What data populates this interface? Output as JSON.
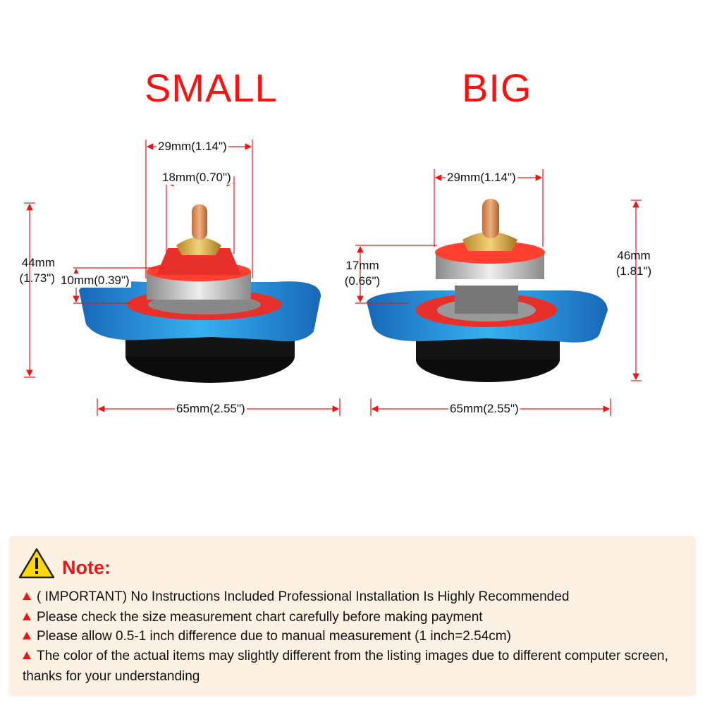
{
  "headings": {
    "small": "SMALL",
    "big": "BIG"
  },
  "small": {
    "top_width": "29mm(1.14\")",
    "inner_width": "18mm(0.70\")",
    "height_mm": "44mm",
    "height_in": "(1.73\")",
    "step": "10mm(0.39\")",
    "base_width": "65mm(2.55\")"
  },
  "big": {
    "top_width": "29mm(1.14\")",
    "height_mm": "46mm",
    "height_in": "(1.81\")",
    "step_mm": "17mm",
    "step_in": "(0.66\")",
    "base_width": "65mm(2.55\")"
  },
  "colors": {
    "heading": "#ff1010",
    "note": "#e81818",
    "note_bg": "#fdf1e3",
    "cap_blue": "#1e8fd8",
    "seal_red": "#e8302a"
  },
  "note": {
    "title": "Note:",
    "icon": "warning-icon",
    "lines": [
      "( IMPORTANT) No Instructions Included Professional Installation Is Highly Recommended",
      "Please check the size measurement chart carefully before making payment",
      "Please allow 0.5-1 inch difference due to manual measurement (1 inch=2.54cm)",
      "The color of the actual items may slightly different from the listing images due to different computer screen, thanks for your understanding"
    ]
  }
}
